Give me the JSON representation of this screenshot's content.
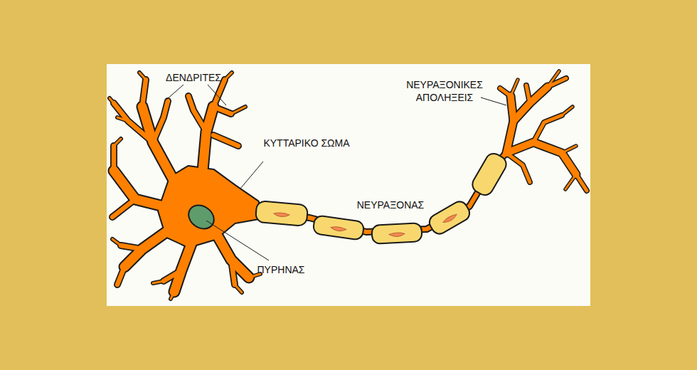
{
  "diagram": {
    "labels": [
      "ΔΕΝΔΡΙΤΕΣ",
      "ΚΥΤΤΑΡΙΚΟ ΣΩΜΑ",
      "ΠΥΡΗΝΑΣ",
      "ΝΕΥΡΑΞΟΝΑΣ",
      "ΝΕΥΡΑΞΟΝΙΚΕΣ ΑΠΟΛΗΞΕΙΣ"
    ]
  }
}
